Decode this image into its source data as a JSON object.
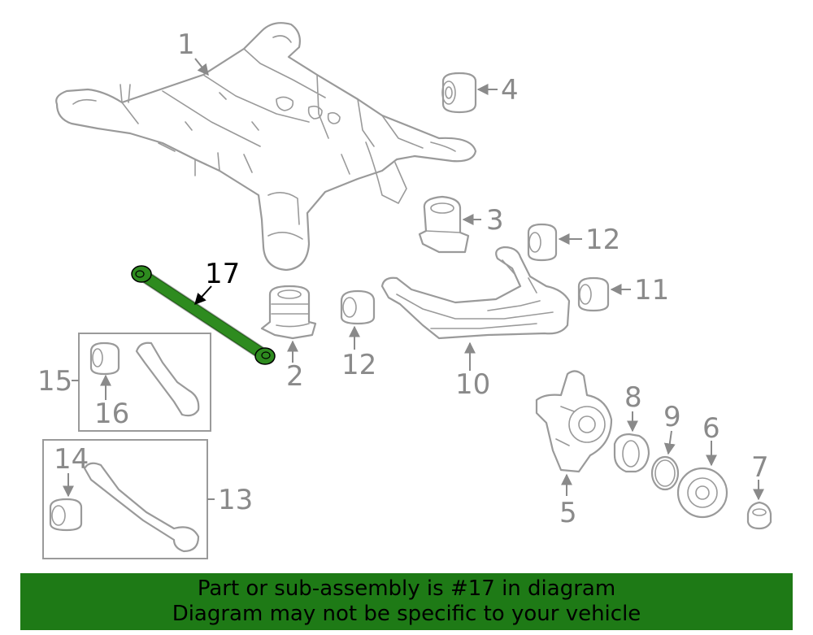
{
  "callouts": {
    "c1": "1",
    "c2": "2",
    "c3": "3",
    "c4": "4",
    "c5": "5",
    "c6": "6",
    "c7": "7",
    "c8": "8",
    "c9": "9",
    "c10": "10",
    "c11": "11",
    "c12a": "12",
    "c12b": "12",
    "c13": "13",
    "c14": "14",
    "c15": "15",
    "c16": "16",
    "c17": "17"
  },
  "highlight_color": "#2e8b1f",
  "banner": {
    "line1": "Part or sub-assembly is #17 in diagram",
    "line2": "Diagram may not be specific to your vehicle",
    "color": "#1e7a16"
  }
}
